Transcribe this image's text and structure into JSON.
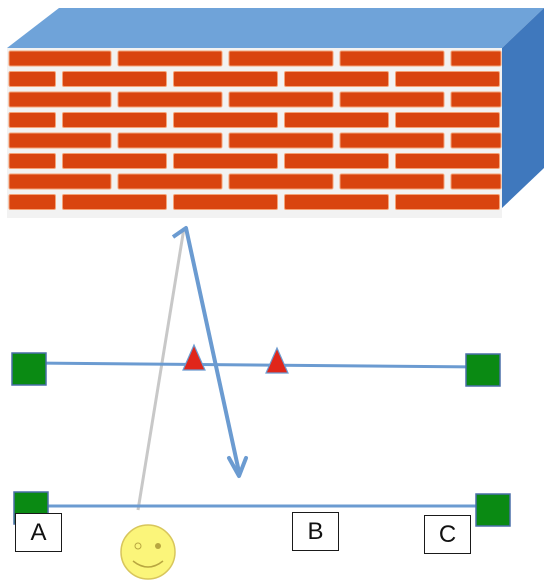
{
  "labels": {
    "a": "A",
    "b": "B",
    "c": "C"
  },
  "colors": {
    "wall_front": "#f2f2f2",
    "brick": "#d9440f",
    "brick_edge": "#f4a277",
    "wall_top": "#6fa3d9",
    "wall_side": "#3f78bd",
    "line": "#6b9bd1",
    "node": "#0a8a13",
    "node_edge": "#4a6ea8",
    "triangle": "#e0261a",
    "smiley": "#fbf57a",
    "smiley_edge": "#d8c65c",
    "ghost_ray": "#c8c8c8"
  },
  "icons": {
    "wall": "brick-wall-icon",
    "smiley": "smiley-face-icon",
    "node": "green-square-node",
    "marker": "red-triangle-marker"
  }
}
